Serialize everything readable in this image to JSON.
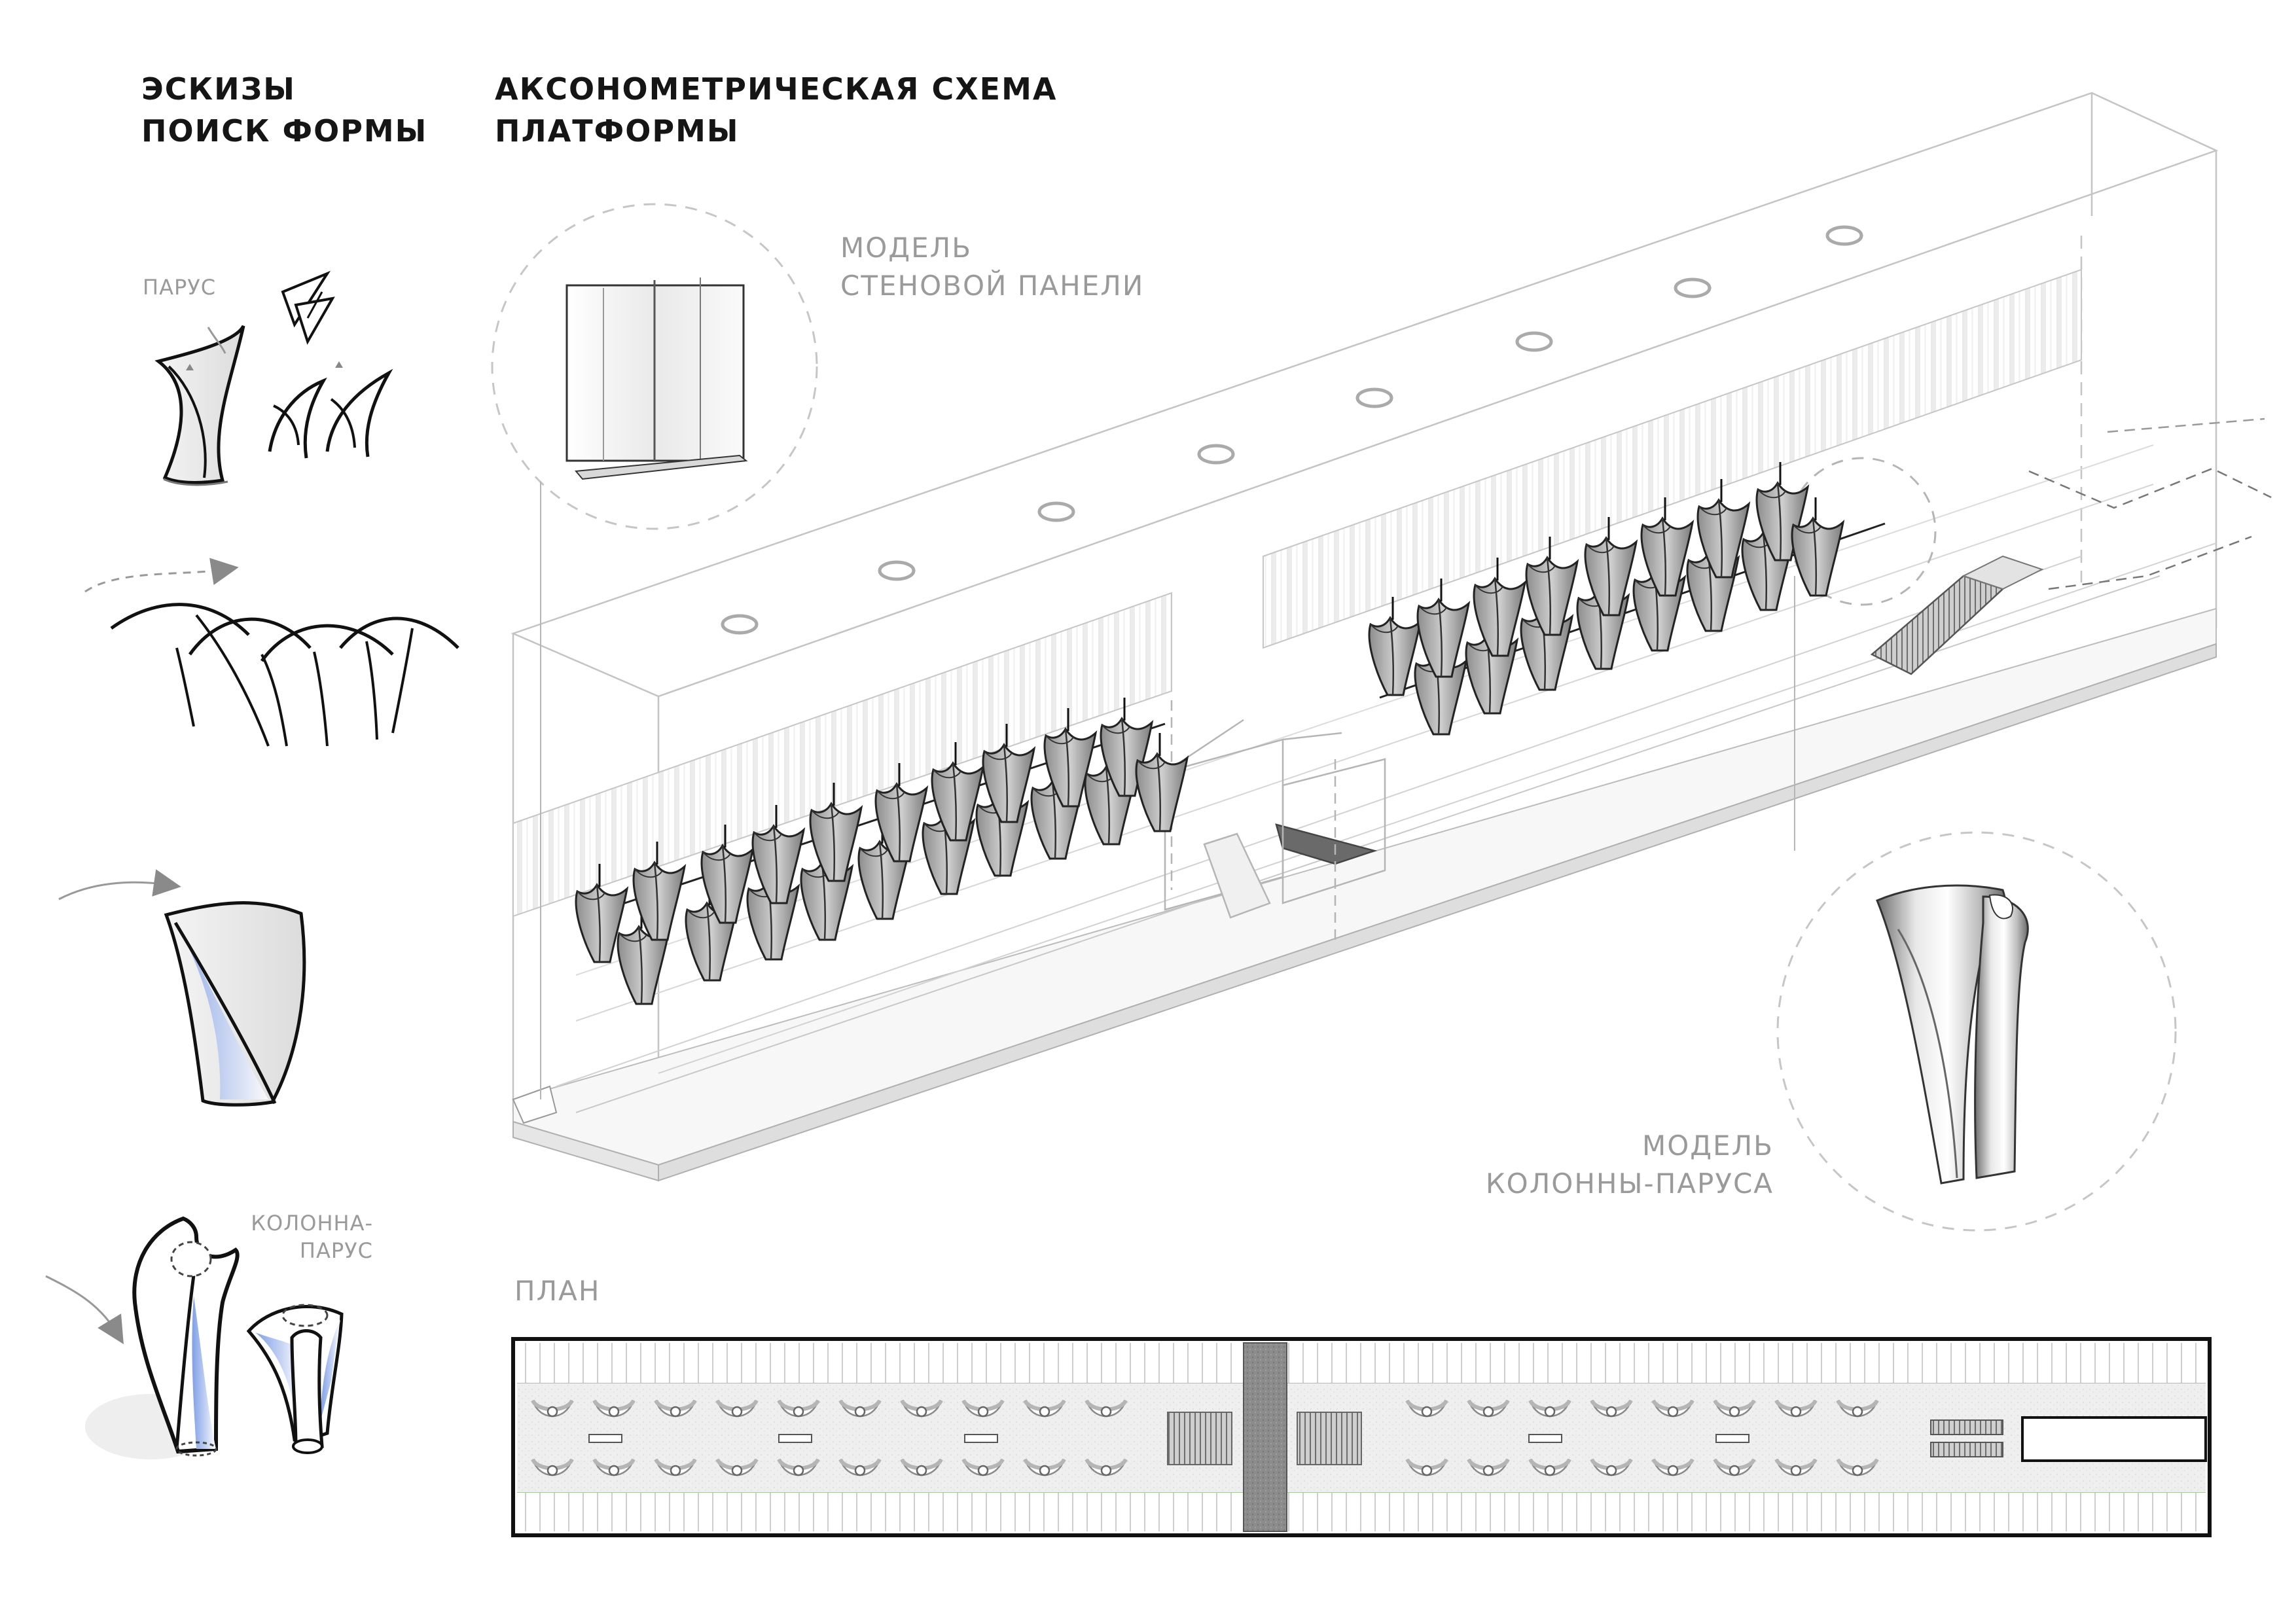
{
  "sketches": {
    "heading": [
      "ЭСКИЗЫ",
      "ПОИСК ФОРМЫ"
    ],
    "sail_label": "ПАРУС",
    "column_sail_label": [
      "КОЛОННА-",
      "ПАРУС"
    ]
  },
  "axonometry": {
    "heading": [
      "АКСОНОМЕТРИЧЕСКАЯ СХЕМА",
      "ПЛАТФОРМЫ"
    ],
    "wall_panel_label": [
      "МОДЕЛЬ",
      "СТЕНОВОЙ ПАНЕЛИ"
    ],
    "column_model_label": [
      "МОДЕЛЬ",
      "КОЛОННЫ-ПАРУСА"
    ]
  },
  "plan": {
    "label": "ПЛАН"
  },
  "colors": {
    "ink": "#151515",
    "line_light": "#bdbdbd",
    "column_fill": "#a9a9a9",
    "sail_accent": "#9fb6ea",
    "plan_floor": "#eeeeee",
    "plan_divider": "#7a7a7a"
  }
}
